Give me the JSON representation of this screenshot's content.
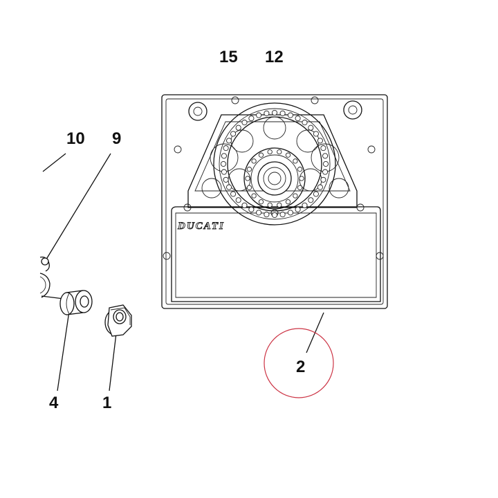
{
  "diagram": {
    "callouts": {
      "c15": "15",
      "c12": "12",
      "c10": "10",
      "c9": "9",
      "c4": "4",
      "c1": "1",
      "c2": "2"
    },
    "logo_text": "DUCATI",
    "highlight_color": "#cc3344",
    "line_color": "#111111"
  }
}
